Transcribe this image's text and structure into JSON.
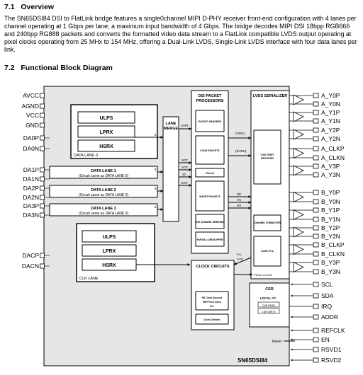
{
  "section_overview": {
    "number": "7.1",
    "title": "Overview"
  },
  "overview_text": "The SN65DSI84 DSI to FlatLink bridge features a single0channel MIPI D-PHY receiver front-end configuration with 4 lanes per channel operating at 1 Gbps per lane; a maximum input bandwidth of 4 Gbps. The bridge decodes MIPI DSI 18bpp RGB666 and 240bpp RG888 packets and converts the formatted video data stream to a FlatLink compatible LVDS output operating at pixel clocks operating from 25 MHx to 154 MHz, offering a Dual-Link LVDS, Single-Link LVDS interface with four data lanes per link.",
  "section_diagram": {
    "number": "7.2",
    "title": "Functional Block Diagram"
  },
  "diagram": {
    "left_pins": [
      "AVCC",
      "AGND",
      "VCC",
      "GND",
      "DA0P",
      "DA0N",
      "DA1P",
      "DA1N",
      "DA2P",
      "DA2N",
      "DA3P",
      "DA3N",
      "DACP",
      "DACN"
    ],
    "lane0": {
      "blocks": [
        "ULPS",
        "LPRX",
        "HSRX"
      ],
      "label": "DATA LANE 0"
    },
    "lane1": {
      "title": "DATA LANE 1",
      "sub": "(Circuit same as DATA LANE 0)"
    },
    "lane2": {
      "title": "DATA LANE 2",
      "sub": "(Circuit same as DATA LANE 0)"
    },
    "lane3": {
      "title": "DATA LANE 3",
      "sub": "(Circuit same as DATA LANE 0)"
    },
    "clk_lane": {
      "blocks": [
        "ULPS",
        "LPRX",
        "HSRX"
      ],
      "label": "CLK LANE"
    },
    "lane_merge": "LANE MERGE",
    "bus_labels": {
      "errors": "ERR",
      "bus8": "8",
      "sot": "SOT",
      "sot2": "SOT",
      "bus32": "32",
      "eot": "EOT"
    },
    "dsi": {
      "title_line1": "DSI PACKET",
      "title_line2": "PROCESSORS",
      "blocks": [
        "PACKET HEADERS",
        "LONG PACKETS",
        "Timers",
        "SHORT PACKETS",
        "DSI CHANNEL MERGING",
        "PARTIAL LINE BUFFER"
      ]
    },
    "lvds": {
      "title": "LVDS SERIALIZER",
      "shift_register": "7-BIT SHIFT REGISTER",
      "channel_formatter": "CHANNEL FORMATTER",
      "lvds_pll": "LVDS PLL"
    },
    "mid_labels": {
      "odd": "(ODD)",
      "even": "(EVEN)",
      "de": "DE",
      "vs": "VS",
      "hs": "HS",
      "pll_lock": "PLL Lock",
      "pixel_clock": "PIXEL CLOCK"
    },
    "clock_circuits": {
      "title": "CLOCK CIRCUITS",
      "hs_clock": "HS Clock Sourced MIPI Pixel Clock PLL",
      "clock_dividers": "Clock Dividers"
    },
    "csr": {
      "title": "CSR",
      "local": "LOCAL I²C",
      "read": "CSR READ",
      "write": "CSR WRITE"
    },
    "right_pins_a": [
      "A_Y0P",
      "A_Y0N",
      "A_Y1P",
      "A_Y1N",
      "A_Y2P",
      "A_Y2N",
      "A_CLKP",
      "A_CLKN",
      "A_Y3P",
      "A_Y3N"
    ],
    "right_pins_b": [
      "B_Y0P",
      "B_Y0N",
      "B_Y1P",
      "B_Y1N",
      "B_Y2P",
      "B_Y2N",
      "B_CLKP",
      "B_CLKN",
      "B_Y3P",
      "B_Y3N"
    ],
    "right_pins_ctrl": [
      "SCL",
      "SDA",
      "IRQ",
      "ADDR"
    ],
    "right_pins_misc": [
      "REFCLK",
      "EN",
      "RSVD1",
      "RSVD2"
    ],
    "reset_label": "Reset",
    "chip_name": "SN65DSI84"
  }
}
